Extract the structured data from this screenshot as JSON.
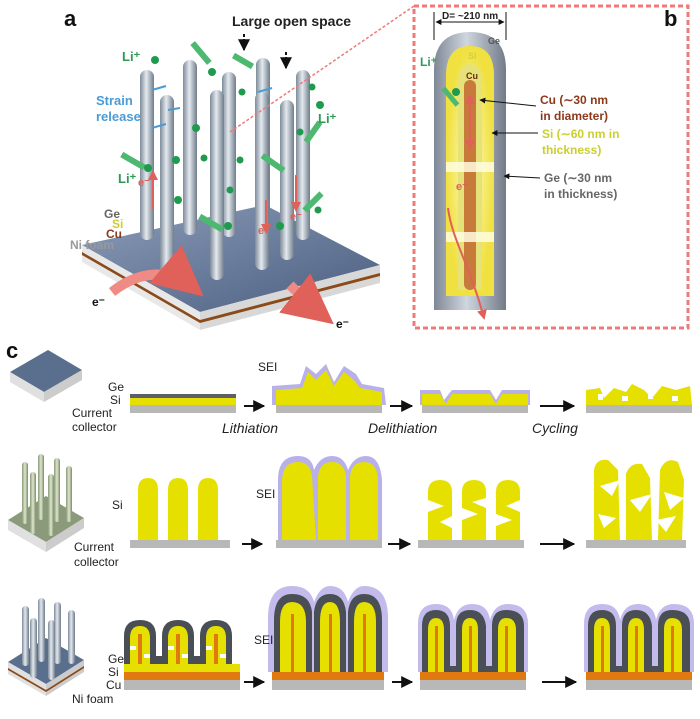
{
  "panel_a": {
    "letter": "a",
    "large_open_space": "Large open space",
    "strain_release": [
      "Strain",
      "release"
    ],
    "li_plus": "Li⁺",
    "electron": "e⁻",
    "layers": {
      "ge": "Ge",
      "si": "Si",
      "cu": "Cu",
      "ni": "Ni foam"
    }
  },
  "panel_b": {
    "letter": "b",
    "diameter": "D= ~210 nm",
    "ge": "Ge",
    "si": "Si",
    "cu": "Cu",
    "li_plus": "Li⁺",
    "electron": "e⁻",
    "cu_note": [
      "Cu (∼30 nm",
      "in diameter)"
    ],
    "si_note": [
      "Si (∼60 nm in",
      "thickness)"
    ],
    "ge_note": [
      "Ge (∼30 nm",
      "in thickness)"
    ]
  },
  "panel_c": {
    "letter": "c",
    "row1": {
      "ge": "Ge",
      "si": "Si",
      "collector": [
        "Current",
        "collector"
      ],
      "sei": "SEI"
    },
    "steps": {
      "lithiation": "Lithiation",
      "delithiation": "Delithiation",
      "cycling": "Cycling"
    },
    "row2": {
      "si": "Si",
      "sei": "SEI",
      "collector": [
        "Current",
        "collector"
      ]
    },
    "row3": {
      "sei": "SEI",
      "ge": "Ge",
      "si": "Si",
      "cu": "Cu",
      "ni": "Ni foam"
    }
  },
  "colors": {
    "si_yellow": "#e6e000",
    "cu_orange": "#e07a10",
    "ge_gray": "#5c6066",
    "sei_purple": "#9a8ee0",
    "substrate": "#b8b8b8",
    "arrow_red": "#e0605a",
    "li_green": "#1f9a4e"
  }
}
